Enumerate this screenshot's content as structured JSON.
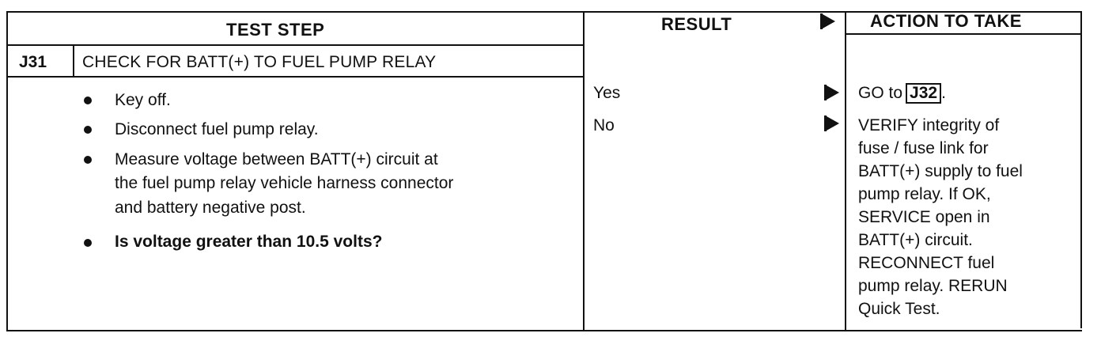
{
  "header": {
    "test_step": "TEST STEP",
    "result": "RESULT",
    "action_to_take": "ACTION TO TAKE"
  },
  "step": {
    "id": "J31",
    "title": "CHECK FOR BATT(+) TO FUEL PUMP RELAY",
    "bullets": [
      "Key off.",
      "Disconnect fuel pump relay.",
      "Measure voltage between BATT(+) circuit at",
      "the fuel pump relay vehicle harness connector",
      "and battery negative post.",
      "Is voltage greater than 10.5 volts?"
    ]
  },
  "results": {
    "yes": "Yes",
    "no": "No"
  },
  "actions": {
    "yes_prefix": "GO to",
    "yes_ref": "J32",
    "yes_suffix": ".",
    "no_lines": [
      "VERIFY integrity of",
      "fuse / fuse link for",
      "BATT(+) supply to fuel",
      "pump relay. If OK,",
      "SERVICE open in",
      "BATT(+) circuit.",
      "RECONNECT fuel",
      "pump relay. RERUN",
      "Quick Test."
    ]
  }
}
